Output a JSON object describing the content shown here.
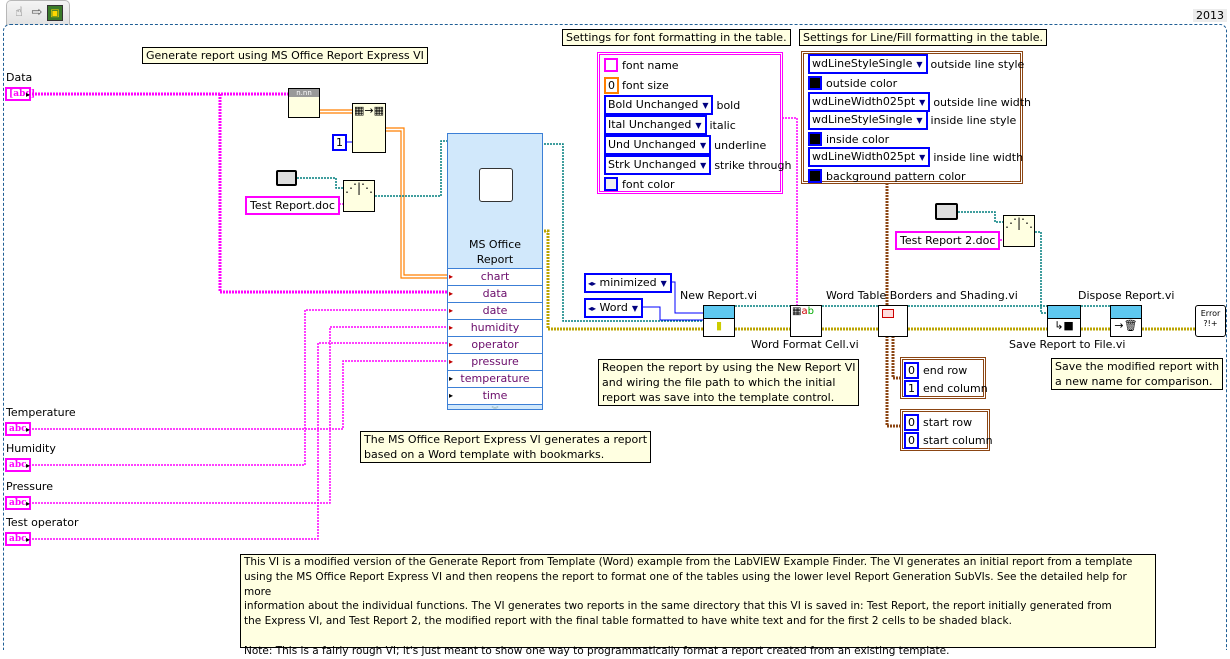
{
  "toolbar": {
    "tools": [
      {
        "name": "operate-hand-icon",
        "glyph": "☝"
      },
      {
        "name": "run-arrow-icon",
        "glyph": "⇨"
      },
      {
        "name": "vi-icon",
        "glyph": "▣"
      }
    ],
    "year": "2013"
  },
  "comments": {
    "generate": "Generate report using MS Office Report Express VI",
    "font_settings": "Settings for font formatting in the table.",
    "line_settings": "Settings for Line/Fill formatting in the table.",
    "reopen": [
      "Reopen the report by using the New Report VI",
      "and wiring the file path to which the initial",
      "report was save into the template control."
    ],
    "express_desc": [
      "The MS Office Report Express VI generates a report",
      "based on a Word template with bookmarks."
    ],
    "save_desc": [
      "Save the modified report with",
      "a new name for comparison."
    ],
    "main_desc": "This VI is a modified version of the Generate Report from Template (Word) example from the LabVIEW Example Finder. The VI generates an initial report from a template\nusing the MS Office Report Express VI and then reopens the report to format one of the tables using the lower level Report Generation SubVIs. See the detailed help for more\ninformation about the individual functions. The VI generates two reports in the same directory that this VI is saved in: Test Report, the report initially generated from\nthe Express VI, and Test Report 2, the modified report with the final table formatted to have white text and for the first 2 cells to be shaded black.\n\nNote: This is a fairly rough VI; it's just meant to show one way to programmatically format a report created from an existing template."
  },
  "controls": {
    "data": {
      "label": "Data",
      "glyph": "[abc]"
    },
    "temperature": {
      "label": "Temperature",
      "glyph": "abc"
    },
    "humidity": {
      "label": "Humidity",
      "glyph": "abc"
    },
    "pressure": {
      "label": "Pressure",
      "glyph": "abc"
    },
    "operator": {
      "label": "Test operator",
      "glyph": "abc"
    }
  },
  "constants": {
    "index_one": "1",
    "filename1": "Test Report.doc",
    "filename2": "Test Report 2.doc",
    "window_state": "minimized",
    "report_type": "Word"
  },
  "express_vi": {
    "title": [
      "MS Office",
      "Report"
    ],
    "terminals": [
      "chart",
      "data",
      "date",
      "humidity",
      "operator",
      "pressure",
      "temperature",
      "time"
    ]
  },
  "font_cluster": {
    "font_name_value": "",
    "font_name_label": "font name",
    "font_size_value": "0",
    "font_size_label": "font size",
    "bold_value": "Bold Unchanged",
    "bold_label": "bold",
    "italic_value": "Ital Unchanged",
    "italic_label": "italic",
    "underline_value": "Und Unchanged",
    "underline_label": "underline",
    "strike_value": "Strk Unchanged",
    "strike_label": "strike through",
    "font_color_label": "font color",
    "font_color": "#f0f0f0"
  },
  "line_cluster": {
    "outside_style_value": "wdLineStyleSingle",
    "outside_style_label": "outside line style",
    "outside_color_label": "outside color",
    "outside_width_value": "wdLineWidth025pt",
    "outside_width_label": "outside line width",
    "inside_style_value": "wdLineStyleSingle",
    "inside_style_label": "inside line style",
    "inside_color_label": "inside color",
    "inside_width_value": "wdLineWidth025pt",
    "inside_width_label": "inside line width",
    "bg_color_label": "background pattern color",
    "swatch_color": "#000000"
  },
  "end_cluster": {
    "end_row_value": "0",
    "end_row_label": "end row",
    "end_col_value": "1",
    "end_col_label": "end column"
  },
  "start_cluster": {
    "start_row_value": "0",
    "start_row_label": "start row",
    "start_col_value": "0",
    "start_col_label": "start column"
  },
  "subvis": {
    "new_report": "New Report.vi",
    "format_cell": "Word Format Cell.vi",
    "borders": "Word Table Borders and Shading.vi",
    "save": "Save Report to File.vi",
    "dispose": "Dispose Report.vi",
    "error_handler": "Error ?!+"
  },
  "colors": {
    "string_wire": "#ff00ff",
    "refnum_wire": "#007f7f",
    "error_wire": "#c8b400",
    "cluster_wire": "#8b4513",
    "array_wire": "#ff7f00",
    "enum_wire": "#0000ff"
  }
}
